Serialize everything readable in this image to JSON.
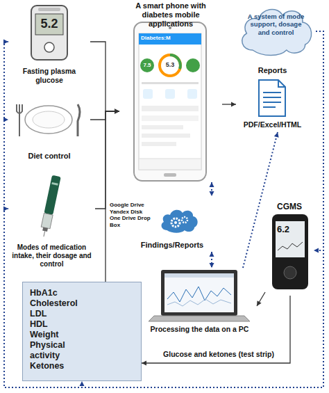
{
  "diagram": {
    "nodes": [
      {
        "text": [
          "A system of mode support, dosage and control"
        ]
      },
      {
        "text": [
          "Fasting plasma glucose"
        ]
      },
      {
        "text": [
          "A smart phone with diabetes mobile applications"
        ]
      },
      {
        "text": [
          "Diet control"
        ]
      },
      {
        "text": [
          "Reports",
          "PDF/Excel/HTML"
        ]
      },
      {
        "text": [
          "Modes of medication intake, their dosage and control"
        ]
      },
      {
        "text": [
          "Google Drive Yandex Disk One Drive Drop Box",
          "Findings/Reports"
        ]
      },
      {
        "text": [
          "CGMS"
        ]
      },
      {
        "text": [
          "Processing the data on a PC"
        ]
      },
      {
        "text": [
          "HbA1c Cholesterol LDL HDL Weight Physical activity Ketones"
        ]
      }
    ],
    "edges": [
      {
        "from": 1,
        "to": 2,
        "arrow": "to"
      },
      {
        "from": 3,
        "to": 2,
        "arrow": "to"
      },
      {
        "from": 5,
        "to": 2,
        "arrow": "to"
      },
      {
        "from": 9,
        "to": 2,
        "arrow": "to"
      },
      {
        "from": 2,
        "to": 4,
        "arrow": "to"
      },
      {
        "from": 2,
        "to": 6,
        "arrow": "both"
      },
      {
        "from": 6,
        "to": 8,
        "arrow": "both"
      },
      {
        "from": 7,
        "to": 8,
        "arrow": "to"
      },
      {
        "from": 8,
        "to": 4,
        "arrow": "to"
      },
      {
        "from": 7,
        "to": 9,
        "label": "Glucose and ketones (test strip)",
        "arrow": "to"
      },
      {
        "from": 0,
        "to": 1,
        "arrow": "to"
      },
      {
        "from": 0,
        "to": 3,
        "arrow": "to"
      },
      {
        "from": 0,
        "to": 5,
        "arrow": "to"
      },
      {
        "from": 0,
        "to": 9,
        "arrow": "to"
      },
      {
        "from": 0,
        "to": 7,
        "arrow": "to"
      }
    ],
    "labels": [
      "5.2",
      "Diabetes:M",
      "7.5",
      "5.3",
      "6.2"
    ]
  }
}
